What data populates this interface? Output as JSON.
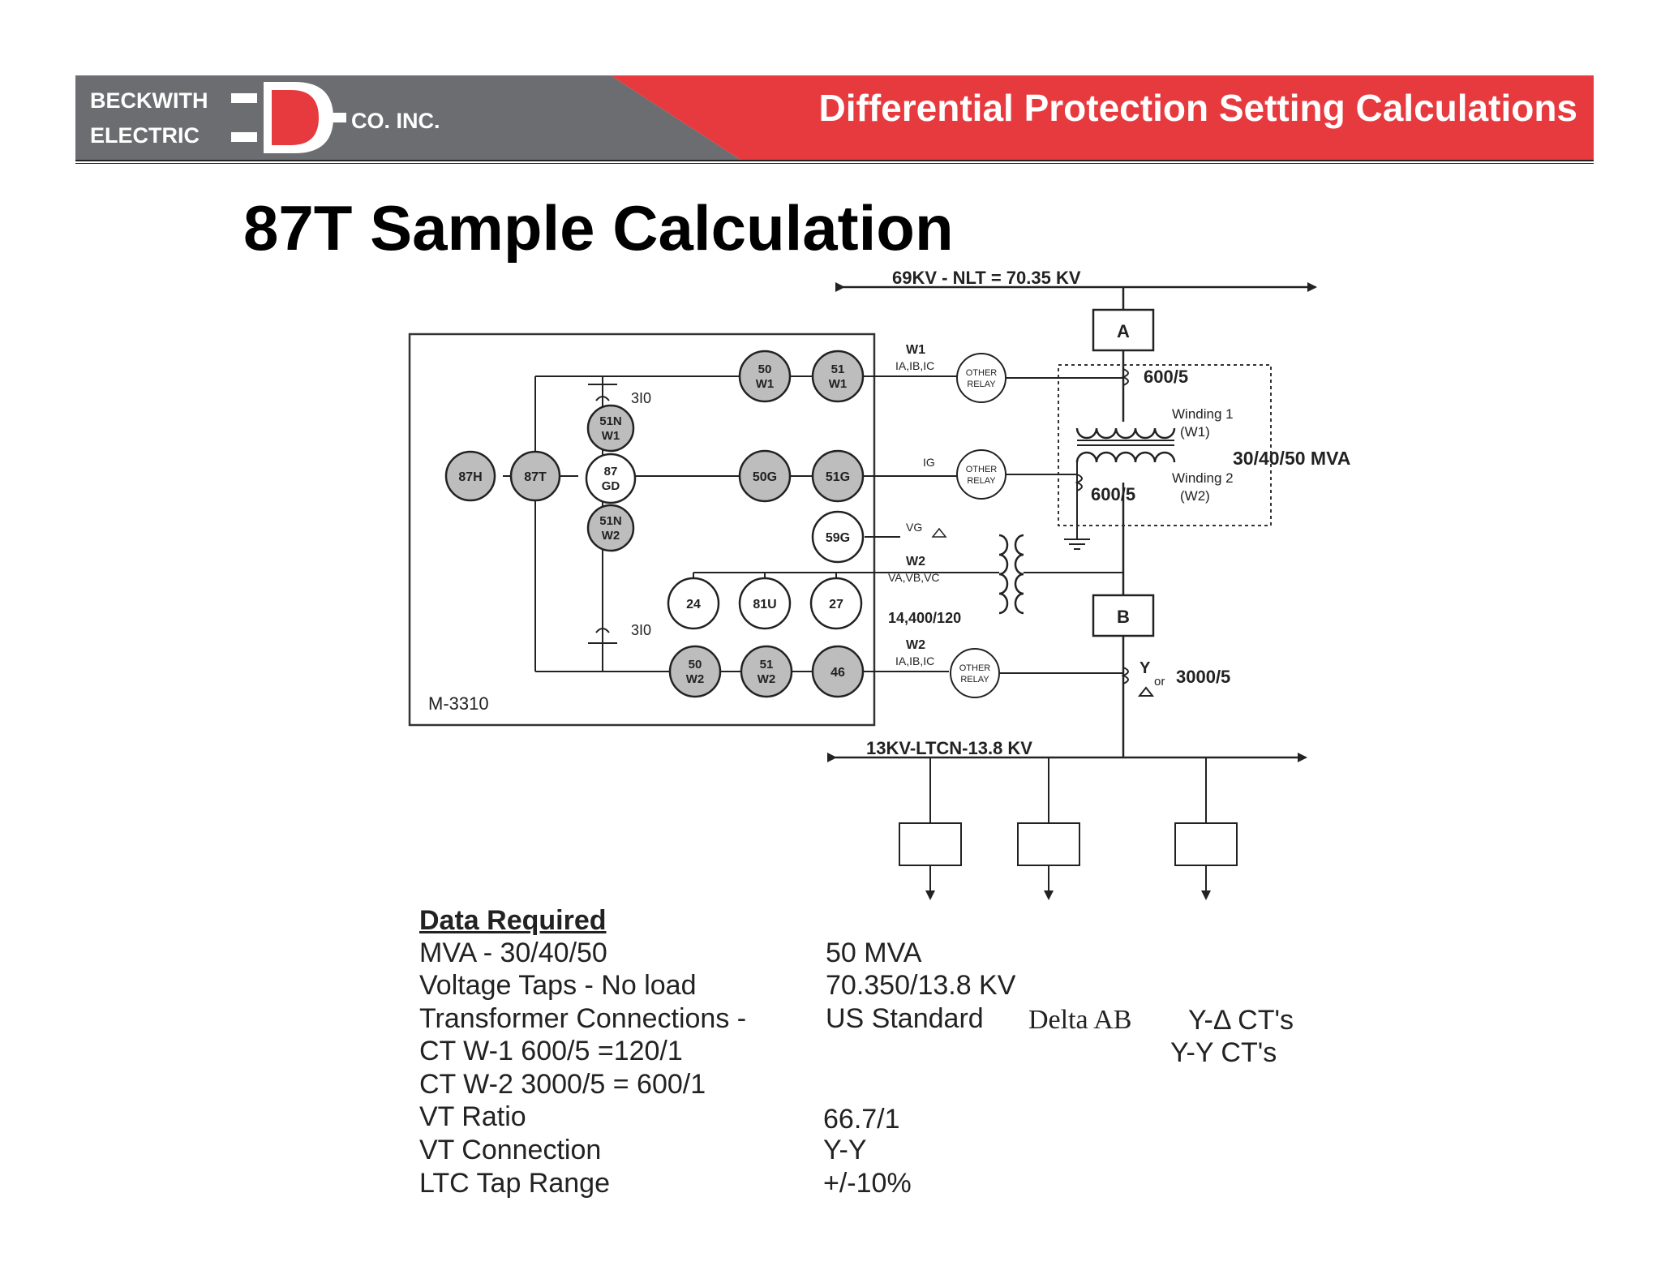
{
  "header": {
    "logo_line1": "BECKWITH",
    "logo_line2": "ELECTRIC",
    "logo_suffix": "CO. INC.",
    "section_title": "Differential Protection Setting Calculations",
    "colors": {
      "gray": "#6b6d70",
      "red": "#e63a3f"
    }
  },
  "slide_title": "87T Sample Calculation",
  "diagram": {
    "bus_hv": "69KV - NLT = 70.35 KV",
    "bus_lv": "13KV-LTCN-13.8 KV",
    "breaker_a": "A",
    "breaker_b": "B",
    "ct_w1": "600/5",
    "ct_neutral": "600/5",
    "ct_w2": "3000/5",
    "transformer_rating": "30/40/50 MVA",
    "winding1": "Winding 1",
    "winding1_short": "(W1)",
    "winding2": "Winding 2",
    "winding2_short": "(W2)",
    "vt_ratio_label": "14,400/120",
    "relay_model": "M-3310",
    "ct_conn_y": "Y",
    "ct_conn_or": "or",
    "sig_w1": "W1",
    "sig_w1_currents": "IA,IB,IC",
    "sig_ig": "IG",
    "sig_vg": "VG",
    "sig_w2_vt": "W2",
    "sig_w2_volts": "VA,VB,VC",
    "sig_w2_ct": "W2",
    "sig_w2_currents": "IA,IB,IC",
    "three_i0_top": "3I0",
    "three_i0_bottom": "3I0",
    "other_relay_top": "OTHER",
    "other_relay_bottom": "RELAY",
    "relays": {
      "r87h": "87H",
      "r87t": "87T",
      "r87gd_a": "87",
      "r87gd_b": "GD",
      "r51nw1_a": "51N",
      "r51nw1_b": "W1",
      "r51nw2_a": "51N",
      "r51nw2_b": "W2",
      "r50w1_a": "50",
      "r50w1_b": "W1",
      "r51w1_a": "51",
      "r51w1_b": "W1",
      "r50g": "50G",
      "r51g": "51G",
      "r59g": "59G",
      "r24": "24",
      "r81u": "81U",
      "r27": "27",
      "r50w2_a": "50",
      "r50w2_b": "W2",
      "r51w2_a": "51",
      "r51w2_b": "W2",
      "r46": "46"
    }
  },
  "data_required": {
    "heading": "Data Required",
    "rows": [
      {
        "label": "MVA - 30/40/50",
        "value": "50 MVA"
      },
      {
        "label": "Voltage Taps - No load",
        "value": "70.350/13.8 KV"
      },
      {
        "label": "Transformer Connections -",
        "value": "US Standard",
        "value_extra": "Delta AB",
        "note": "Y-Δ CT's"
      },
      {
        "label": "CT W-1  600/5 =120/1",
        "value": "",
        "note": "Y-Y CT's"
      },
      {
        "label": "CT W-2  3000/5 = 600/1",
        "value": ""
      },
      {
        "label": "VT Ratio",
        "value": "66.7/1"
      },
      {
        "label": "VT Connection",
        "value": "Y-Y"
      },
      {
        "label": "LTC Tap Range",
        "value": "+/-10%"
      }
    ]
  }
}
